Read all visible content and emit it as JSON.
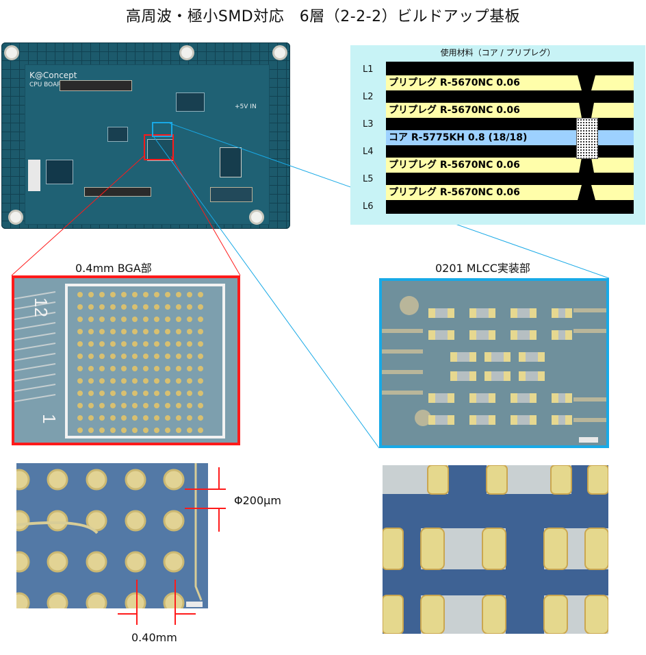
{
  "title": "高周波・極小SMD対応　6層（2-2-2）ビルドアップ基板",
  "board": {
    "brand": "K@Concept",
    "subtitle": "CPU BOARD",
    "silk_5v": "+5V IN"
  },
  "stackup": {
    "title": "使用材料（コア / プリプレグ）",
    "layers": [
      "L1",
      "L2",
      "L3",
      "L4",
      "L5",
      "L6"
    ],
    "materials": [
      "プリプレグ R-5670NC 0.06",
      "プリプレグ R-5670NC 0.06",
      "コア R-5775KH 0.8 (18/18)",
      "プリプレグ R-5670NC 0.06",
      "プリプレグ R-5670NC 0.06"
    ]
  },
  "sections": {
    "bga": "0.4mm BGA部",
    "mlcc": "0201 MLCC実装部",
    "bga_pin_12": "12",
    "bga_pin_1": "1"
  },
  "dimensions": {
    "via_diameter": "Φ200µm",
    "pitch": "0.40mm"
  },
  "colors": {
    "bga_frame": "#ff1a1a",
    "mlcc_frame": "#18a9e6",
    "prepreg": "#fffeaa",
    "core": "#9dd1ff",
    "stack_bg": "#c8f3f6"
  }
}
